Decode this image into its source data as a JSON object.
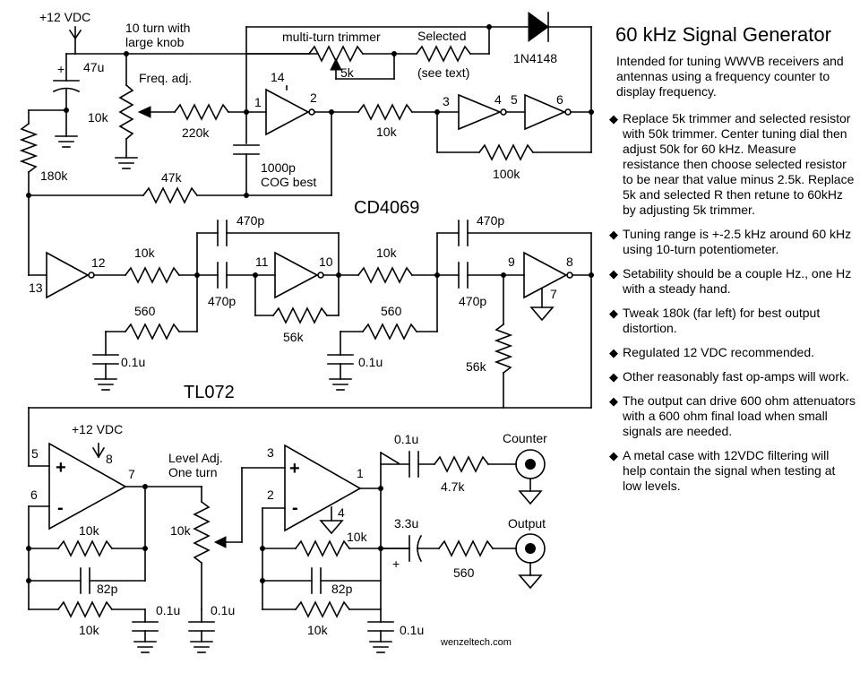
{
  "title": "60 kHz Signal Generator",
  "intro": "Intended for tuning WWVB receivers and antennas using a frequency counter to display frequency.",
  "notes": [
    "Replace 5k trimmer and selected resistor with 50k trimmer. Center tuning dial then adjust 50k for 60 kHz. Measure resistance then choose selected resistor to be near that value minus 2.5k. Replace 5k and selected R then retune to 60kHz by adjusting 5k trimmer.",
    "Tuning range is +-2.5 kHz around 60 kHz using 10-turn potentiometer.",
    "Setability should be a couple Hz., one Hz with a steady hand.",
    "Tweak 180k (far left) for best output distortion.",
    "Regulated 12 VDC recommended.",
    "Other reasonably fast op-amps will work.",
    "The output can drive 600 ohm attenuators with a 600 ohm final load when small signals are needed.",
    "A metal case with 12VDC filtering will help contain the signal when testing at low levels."
  ],
  "bullet_glyph": "◆",
  "credit": "wenzeltech.com",
  "ic_labels": {
    "cmos": "CD4069",
    "opamp": "TL072"
  },
  "labels": {
    "supply_top": "+12 VDC",
    "supply_opamp": "+12 VDC",
    "pot_desc_line1": "10 turn with",
    "pot_desc_line2": "large knob",
    "freq_adj": "Freq. adj.",
    "trimmer_desc": "multi-turn trimmer",
    "selected_line1": "Selected",
    "selected_line2": "(see text)",
    "diode": "1N4148",
    "cap_line1": "1000p",
    "cap_line2": "COG best",
    "level_line1": "Level Adj.",
    "level_line2": "One turn",
    "counter": "Counter",
    "output": "Output"
  },
  "components": {
    "c_47u": "47u",
    "r_10k_pot": "10k",
    "r_220k": "220k",
    "r_5k": "5k",
    "r_180k": "180k",
    "r_47k": "47k",
    "r_10k_a": "10k",
    "r_100k": "100k",
    "r_10k_b": "10k",
    "r_560_a": "560",
    "c_470p_a": "470p",
    "c_470p_b": "470p",
    "r_56k_a": "56k",
    "r_10k_c": "10k",
    "r_560_b": "560",
    "c_470p_c": "470p",
    "c_470p_d": "470p",
    "r_56k_b": "56k",
    "c_01u_a": "0.1u",
    "c_01u_b": "0.1u",
    "r_10k_fb1": "10k",
    "c_82p_1": "82p",
    "r_10k_gnd1": "10k",
    "c_01u_c": "0.1u",
    "r_10k_level": "10k",
    "c_01u_d": "0.1u",
    "r_10k_fb2": "10k",
    "c_82p_2": "82p",
    "r_10k_gnd2": "10k",
    "c_01u_e": "0.1u",
    "c_01u_out": "0.1u",
    "r_47k_out": "4.7k",
    "c_33u_out": "3.3u",
    "r_560_out": "560"
  },
  "pins": {
    "p1": "1",
    "p2": "2",
    "p3": "3",
    "p4": "4",
    "p5": "5",
    "p6": "6",
    "p7": "7",
    "p8": "8",
    "p9": "9",
    "p10": "10",
    "p11": "11",
    "p12": "12",
    "p13": "13",
    "p14": "14",
    "oa5": "5",
    "oa6": "6",
    "oa7": "7",
    "oa8": "8",
    "ob3": "3",
    "ob2": "2",
    "ob1": "1",
    "ob4": "4"
  },
  "signs": {
    "plus": "+",
    "minus": "-",
    "cap_plus": "+",
    "c47_plus": "+"
  }
}
